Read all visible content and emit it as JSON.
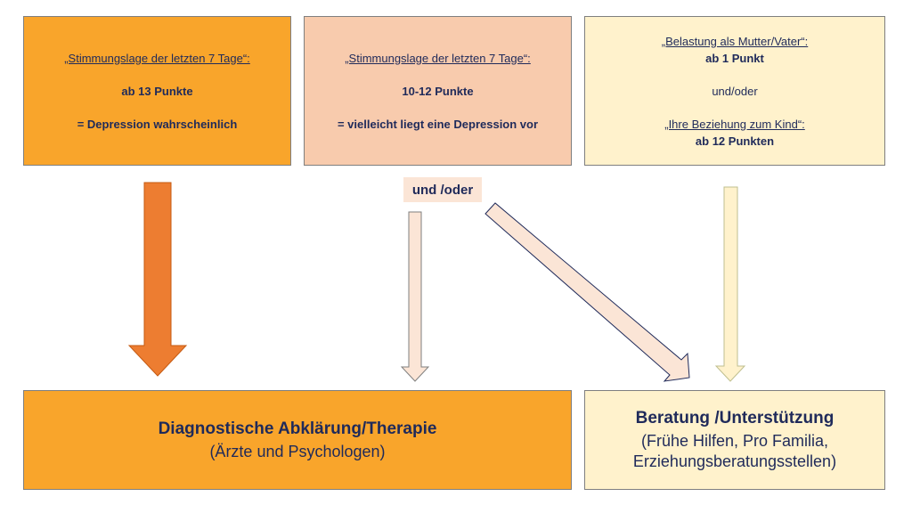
{
  "box_severe": {
    "criterion": "„Stimmungslage der letzten 7 Tage“:",
    "points": "ab 13 Punkte",
    "result": "= Depression  wahrscheinlich"
  },
  "box_moderate": {
    "criterion": "„Stimmungslage der letzten 7 Tage“:",
    "points": "10-12 Punkte",
    "result": "= vielleicht liegt eine Depression  vor"
  },
  "box_parent": {
    "criterion1": "„Belastung als Mutter/Vater“:",
    "points1": "ab 1 Punkt",
    "connector": "und/oder",
    "criterion2": "„Ihre Beziehung zum Kind“:",
    "points2": "ab 12 Punkten"
  },
  "connector_label": "und /oder",
  "box_diagnosis": {
    "title": "Diagnostische Abklärung/Therapie",
    "subtitle": "(Ärzte und Psychologen)"
  },
  "box_support": {
    "title": "Beratung /Unterstützung",
    "line2": "(Frühe Hilfen, Pro Familia,",
    "line3": "Erziehungsberatungsstellen)"
  },
  "colors": {
    "orange": "#f9a52b",
    "dark_orange": "#ed7d31",
    "peach": "#f8cbad",
    "light_peach": "#fbe5d6",
    "cream": "#fff2cc",
    "text_navy": "#1f2a5a"
  }
}
